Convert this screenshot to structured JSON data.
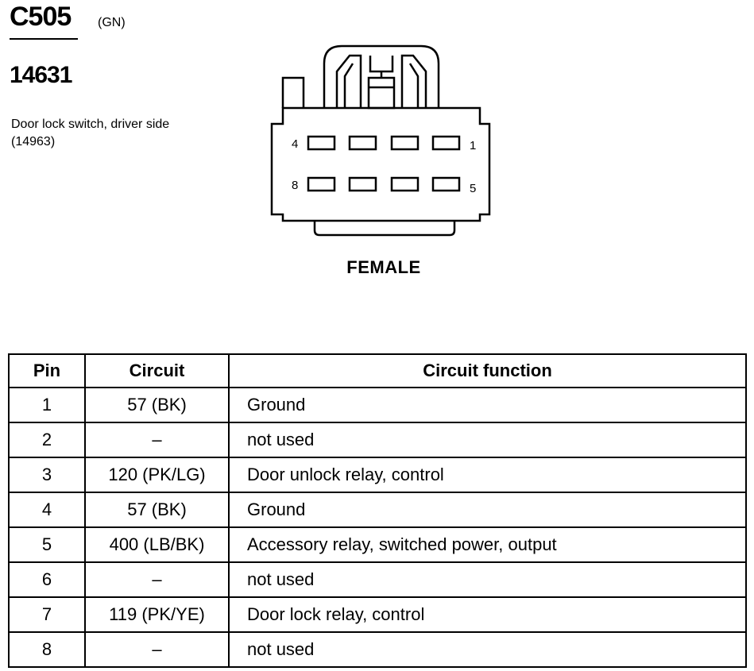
{
  "header": {
    "connector_id": "C505",
    "connector_color": "(GN)",
    "part_number": "14631",
    "description": "Door lock switch, driver side (14963)"
  },
  "connector": {
    "gender": "FEMALE",
    "pin_labels": {
      "top_left": "4",
      "top_right": "1",
      "bottom_left": "8",
      "bottom_right": "5"
    }
  },
  "table": {
    "headers": {
      "pin": "Pin",
      "circuit": "Circuit",
      "function": "Circuit function"
    },
    "rows": [
      {
        "pin": "1",
        "circuit": "57 (BK)",
        "function": "Ground"
      },
      {
        "pin": "2",
        "circuit": "–",
        "function": "not used"
      },
      {
        "pin": "3",
        "circuit": "120 (PK/LG)",
        "function": "Door unlock relay, control"
      },
      {
        "pin": "4",
        "circuit": "57 (BK)",
        "function": "Ground"
      },
      {
        "pin": "5",
        "circuit": "400 (LB/BK)",
        "function": "Accessory relay, switched power, output"
      },
      {
        "pin": "6",
        "circuit": "–",
        "function": "not used"
      },
      {
        "pin": "7",
        "circuit": "119 (PK/YE)",
        "function": "Door lock relay, control"
      },
      {
        "pin": "8",
        "circuit": "–",
        "function": "not used"
      }
    ]
  }
}
